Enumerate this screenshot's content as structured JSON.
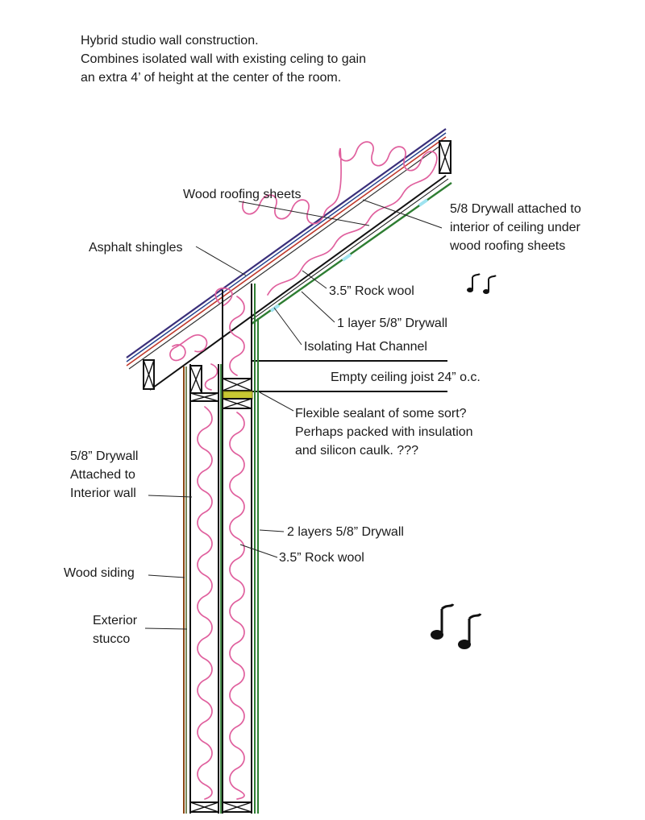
{
  "diagram": {
    "title_lines": [
      "Hybrid studio wall construction.",
      "Combines isolated wall with existing celing to gain",
      "an extra 4’ of height at the center of the room."
    ],
    "labels": {
      "wood_roofing_sheets": "Wood roofing sheets",
      "drywall_ceiling_1": "5/8 Drywall attached to",
      "drywall_ceiling_2": "interior of ceiling under",
      "drywall_ceiling_3": "wood roofing sheets",
      "asphalt_shingles": "Asphalt shingles",
      "rock_wool_upper": "3.5” Rock wool",
      "one_layer_drywall": "1 layer 5/8” Drywall",
      "isolating_hat_channel": "Isolating Hat Channel",
      "empty_ceiling_joist": "Empty ceiling joist 24” o.c.",
      "sealant_1": "Flexible sealant of some sort?",
      "sealant_2": "Perhaps packed with insulation",
      "sealant_3": "and silicon caulk.   ???",
      "drywall_interior_1": "5/8” Drywall",
      "drywall_interior_2": "Attached to",
      "drywall_interior_3": "Interior wall",
      "two_layers_drywall": "2 layers 5/8” Drywall",
      "rock_wool_lower": "3.5” Rock wool",
      "wood_siding": "Wood siding",
      "exterior_stucco_1": "Exterior",
      "exterior_stucco_2": "stucco"
    },
    "colors": {
      "insulation": "#e0609e",
      "drywall": "#2e7d32",
      "sealant": "#c8c832",
      "hat_channel": "#9fe3f0",
      "shingles": "#3a2f7a",
      "roofing_sheets": "#c0392b",
      "siding": "#8b4513",
      "stucco": "#556b2f"
    },
    "icons": [
      "music-notes-icon",
      "music-notes-icon"
    ]
  }
}
